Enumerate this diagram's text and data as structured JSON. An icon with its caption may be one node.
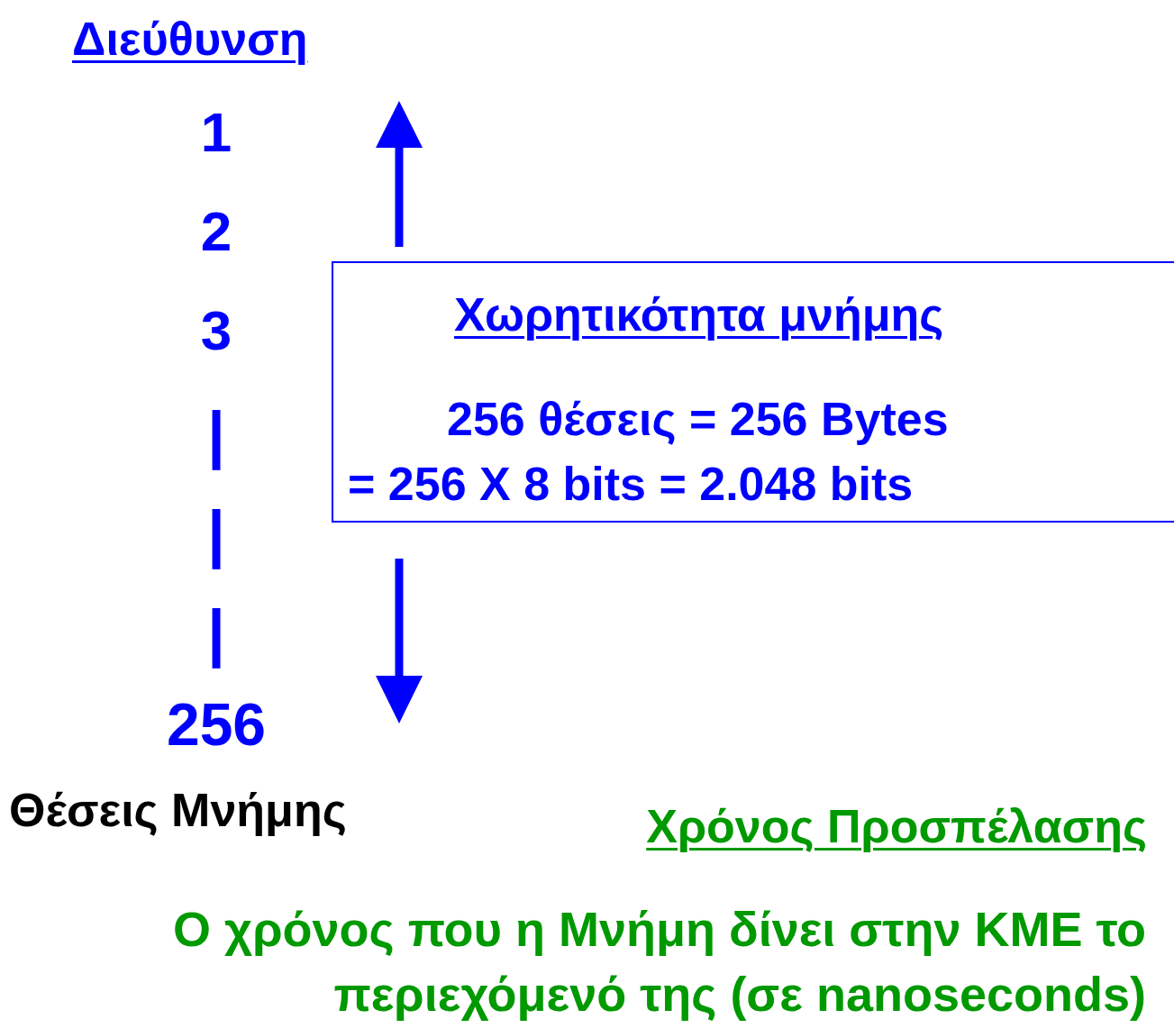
{
  "diagram": {
    "nodes": [
      {
        "text": [
          "Χωρητικότητα μνήμης",
          "256 θέσεις = 256 Bytes",
          "= 256 X 8 bits = 2.048 bits"
        ]
      }
    ],
    "labels": [
      "Διεύθυνση",
      "1",
      "2",
      "3",
      "|",
      "|",
      "|",
      "256",
      "Θέσεις Μνήμης",
      "Χρόνος Προσπέλασης",
      "Ο χρόνος που η Μνήμη δίνει στην ΚΜΕ το περιεχόμενό της (σε nanoseconds)"
    ]
  }
}
